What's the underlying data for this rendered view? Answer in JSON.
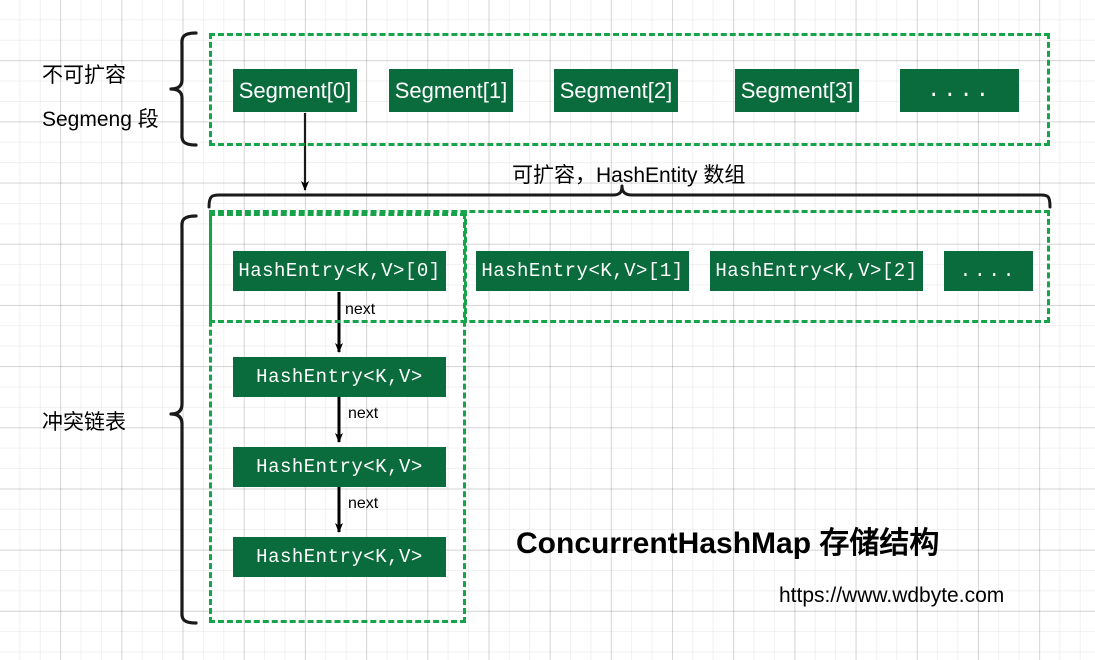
{
  "diagram": {
    "title": "ConcurrentHashMap 存储结构",
    "url": "https://www.wdbyte.com",
    "colors": {
      "box_fill": "#0a6b3c",
      "box_text": "#ffffff",
      "dashed_border": "#16a34a",
      "brace": "#000000",
      "grid": "#e6e6e6"
    }
  },
  "labels": {
    "segment_group_line1": "不可扩容",
    "segment_group_line2": "Segmeng 段",
    "hashentity_array": "可扩容，HashEntity 数组",
    "collision_chain": "冲突链表"
  },
  "segment_row": {
    "boxes": [
      {
        "text": "Segment[0]"
      },
      {
        "text": "Segment[1]"
      },
      {
        "text": "Segment[2]"
      },
      {
        "text": "Segment[3]"
      },
      {
        "text": "...."
      }
    ]
  },
  "hashentry_row": {
    "boxes": [
      {
        "text": "HashEntry<K,V>[0]"
      },
      {
        "text": "HashEntry<K,V>[1]"
      },
      {
        "text": "HashEntry<K,V>[2]"
      },
      {
        "text": "...."
      }
    ]
  },
  "chain": {
    "nodes": [
      {
        "text": "HashEntry<K,V>"
      },
      {
        "text": "HashEntry<K,V>"
      },
      {
        "text": "HashEntry<K,V>"
      }
    ],
    "edges": [
      {
        "label": "next"
      },
      {
        "label": "next"
      },
      {
        "label": "next"
      }
    ]
  }
}
